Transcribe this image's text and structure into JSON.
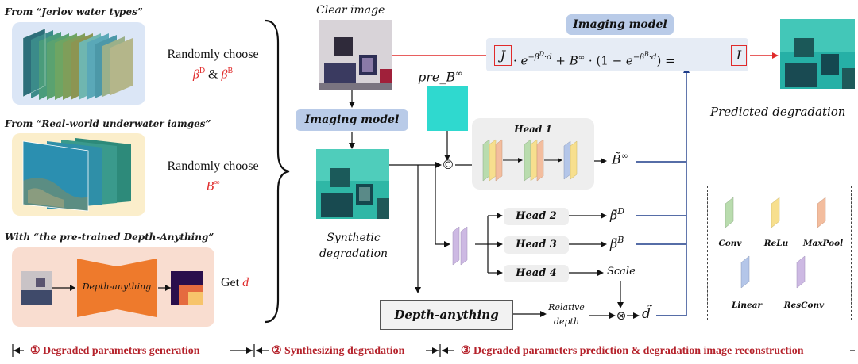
{
  "sources": {
    "jerlov": "From “Jerlov water types”",
    "real": "From “Real-world underwater iamges”",
    "depth": "With “the pre-trained Depth-Anything”"
  },
  "choose": {
    "text1": "Randomly choose",
    "beta_d": "β",
    "beta_d_sup": "D",
    "amp": " & ",
    "beta_b": "β",
    "beta_b_sup": "B",
    "text2": "Randomly choose",
    "b_inf": "B",
    "b_inf_sup": "∞",
    "get": "Get ",
    "d": "d"
  },
  "depth_anything_small": "Depth-anything",
  "middle": {
    "clear_image": "Clear image",
    "imaging_model": "Imaging model",
    "synthetic": "Synthetic",
    "degradation": "degradation",
    "pre_b": "pre_B",
    "pre_b_sup": "∞",
    "copy_symbol": "©"
  },
  "top": {
    "imaging_model": "Imaging model",
    "predicted": "Predicted degradation",
    "eq_J": "J",
    "eq_I": "I"
  },
  "heads": {
    "head1": "Head 1",
    "head2": "Head 2",
    "head3": "Head 3",
    "head4": "Head 4",
    "scale": "Scale",
    "out_binf": "B̃",
    "out_binf_sup": "∞",
    "out_bd": "β̃",
    "out_bd_sup": "D",
    "out_bb": "β̃",
    "out_bb_sup": "B",
    "out_d": "d̃",
    "otimes": "⊗"
  },
  "depth_anything": "Depth-anything",
  "relative": "Relative",
  "depth_word": "depth",
  "legend": {
    "conv": "Conv",
    "relu": "ReLu",
    "maxpool": "MaxPool",
    "linear": "Linear",
    "resconv": "ResConv"
  },
  "stages": {
    "s1": "① Degraded parameters generation",
    "s2": "② Synthesizing degradation",
    "s3": "③ Degraded parameters prediction & degradation image reconstruction"
  },
  "colors": {
    "conv": "#b9dcae",
    "relu": "#f7df8e",
    "maxpool": "#f3bd9e",
    "linear": "#b4c6e9",
    "resconv": "#cdb9e3",
    "red": "#e02a2a",
    "blue_line": "#1f3d8a",
    "stage_red": "#b5222b"
  }
}
